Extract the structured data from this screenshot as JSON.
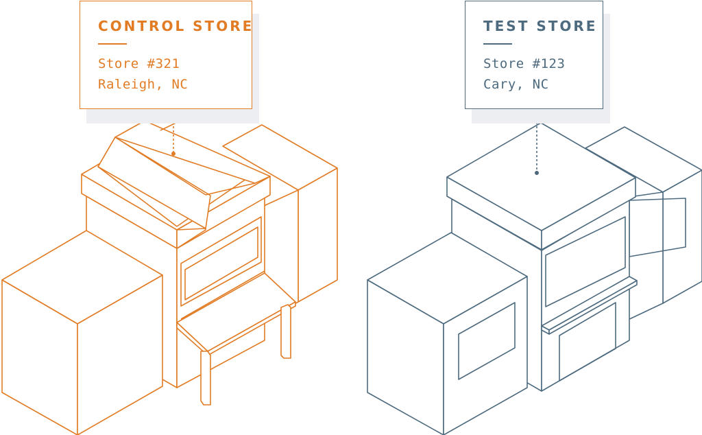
{
  "control_store": {
    "title": "CONTROL STORE",
    "store_number": "Store #321",
    "location": "Raleigh, NC",
    "color": "#e17c25"
  },
  "test_store": {
    "title": "TEST STORE",
    "store_number": "Store #123",
    "location": "Cary, NC",
    "color": "#4d6a7f"
  },
  "card_shadow_color": "#eceef2"
}
